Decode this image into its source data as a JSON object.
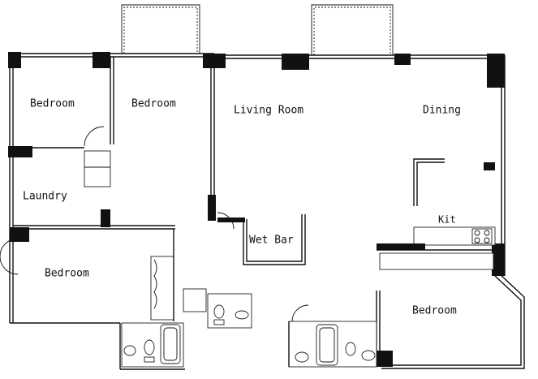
{
  "rooms": {
    "bedroom_nw": "Bedroom",
    "bedroom_n": "Bedroom",
    "living_room": "Living Room",
    "dining": "Dining",
    "laundry": "Laundry",
    "wet_bar": "Wet Bar",
    "kit": "Kit",
    "bedroom_sw": "Bedroom",
    "bedroom_se": "Bedroom"
  },
  "icons": {
    "door_swing": "door-swing-icon",
    "bathtub": "bathtub-icon",
    "toilet": "toilet-icon",
    "sink": "sink-icon",
    "stove": "stove-icon"
  }
}
